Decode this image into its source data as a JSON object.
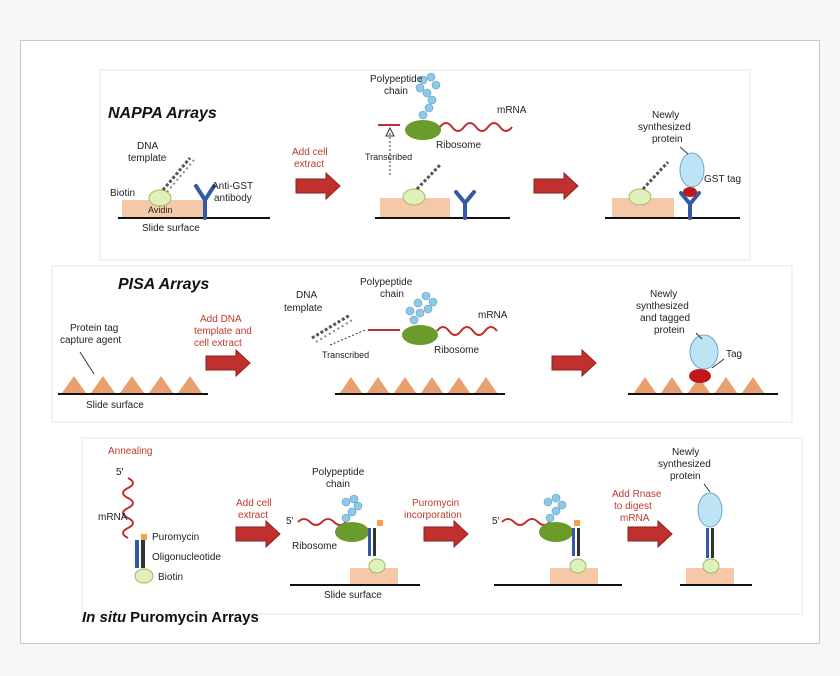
{
  "colors": {
    "arrow": "#c0302e",
    "slide": "#f5c9a7",
    "tag_triangle": "#e8a070",
    "biotin": "#dff0b8",
    "ribosome": "#6b9b2a",
    "polypeptide": "#8ec9e8",
    "protein": "#bde3f5",
    "antibody": "#3559a3",
    "mrna": "#c03030",
    "gst_tag": "#c01818"
  },
  "nappa": {
    "title": "NAPPA Arrays",
    "dna_template": [
      "DNA",
      "template"
    ],
    "biotin": "Biotin",
    "avidin": "Avidin",
    "anti_gst": [
      "Anti-GST",
      "antibody"
    ],
    "slide_surface": "Slide surface",
    "arrow1": [
      "Add cell",
      "extract"
    ],
    "polypeptide": [
      "Polypeptide",
      "chain"
    ],
    "mrna": "mRNA",
    "ribosome": "Ribosome",
    "transcribed": "Transcribed",
    "newly": [
      "Newly",
      "synthesized",
      "protein"
    ],
    "gst_tag": "GST tag"
  },
  "pisa": {
    "title": "PISA Arrays",
    "capture": [
      "Protein tag",
      "capture agent"
    ],
    "slide_surface": "Slide surface",
    "arrow1": [
      "Add DNA",
      "template and",
      "cell extract"
    ],
    "dna_template": [
      "DNA",
      "template"
    ],
    "transcribed": "Transcribed",
    "polypeptide": [
      "Polypeptide",
      "chain"
    ],
    "mrna": "mRNA",
    "ribosome": "Ribosome",
    "newly": [
      "Newly",
      "synthesized",
      "and tagged",
      "protein"
    ],
    "tag": "Tag"
  },
  "puro": {
    "title_italic": "In situ",
    "title_rest": "Puromycin  Arrays",
    "annealing": "Annealing",
    "five_prime": "5'",
    "mrna": "mRNA",
    "puromycin": "Puromycin",
    "oligo": "Oligonucleotide",
    "biotin": "Biotin",
    "arrow1": [
      "Add cell",
      "extract"
    ],
    "polypeptide": [
      "Polypeptide",
      "chain"
    ],
    "ribosome": "Ribosome",
    "slide_surface": "Slide surface",
    "arrow2": [
      "Puromycin",
      "incorporation"
    ],
    "arrow3": [
      "Add Rnase",
      "to digest",
      "mRNA"
    ],
    "newly": [
      "Newly",
      "synthesized",
      "protein"
    ]
  }
}
